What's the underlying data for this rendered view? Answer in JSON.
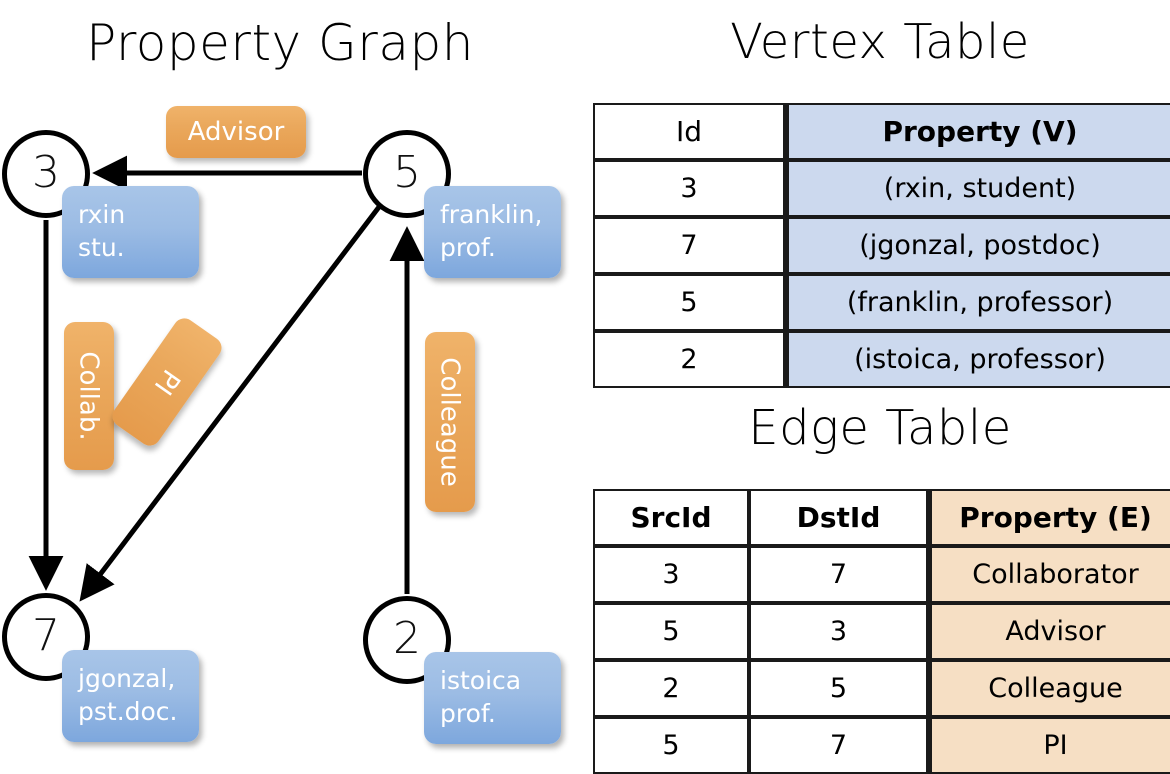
{
  "titles": {
    "graph": "Property Graph",
    "vertex_table": "Vertex Table",
    "edge_table": "Edge Table"
  },
  "graph": {
    "nodes": [
      {
        "id": "3",
        "property_line1": "rxin",
        "property_line2": "stu."
      },
      {
        "id": "5",
        "property_line1": "franklin,",
        "property_line2": "prof."
      },
      {
        "id": "7",
        "property_line1": "jgonzal,",
        "property_line2": "pst.doc."
      },
      {
        "id": "2",
        "property_line1": "istoica",
        "property_line2": "prof."
      }
    ],
    "edge_labels": {
      "advisor": "Advisor",
      "collab": "Collab.",
      "pi": "PI",
      "colleague": "Colleague"
    },
    "edges": [
      {
        "from": "5",
        "to": "3",
        "label": "Advisor"
      },
      {
        "from": "3",
        "to": "7",
        "label": "Collab."
      },
      {
        "from": "5",
        "to": "7",
        "label": "PI"
      },
      {
        "from": "2",
        "to": "5",
        "label": "Colleague"
      }
    ]
  },
  "vertex_table": {
    "headers": [
      "Id",
      "Property (V)"
    ],
    "rows": [
      {
        "id": "3",
        "property": "(rxin, student)"
      },
      {
        "id": "7",
        "property": "(jgonzal, postdoc)"
      },
      {
        "id": "5",
        "property": "(franklin, professor)"
      },
      {
        "id": "2",
        "property": "(istoica, professor)"
      }
    ]
  },
  "edge_table": {
    "headers": [
      "SrcId",
      "DstId",
      "Property (E)"
    ],
    "rows": [
      {
        "src": "3",
        "dst": "7",
        "property": "Collaborator"
      },
      {
        "src": "5",
        "dst": "3",
        "property": "Advisor"
      },
      {
        "src": "2",
        "dst": "5",
        "property": "Colleague"
      },
      {
        "src": "5",
        "dst": "7",
        "property": "PI"
      }
    ]
  },
  "colors": {
    "vertex_property_fill": "#ccd9ee",
    "edge_property_fill": "#f6dfc4",
    "vertex_callout": "#7da7dd",
    "edge_callout": "#e59b4c",
    "stroke": "#000000"
  }
}
